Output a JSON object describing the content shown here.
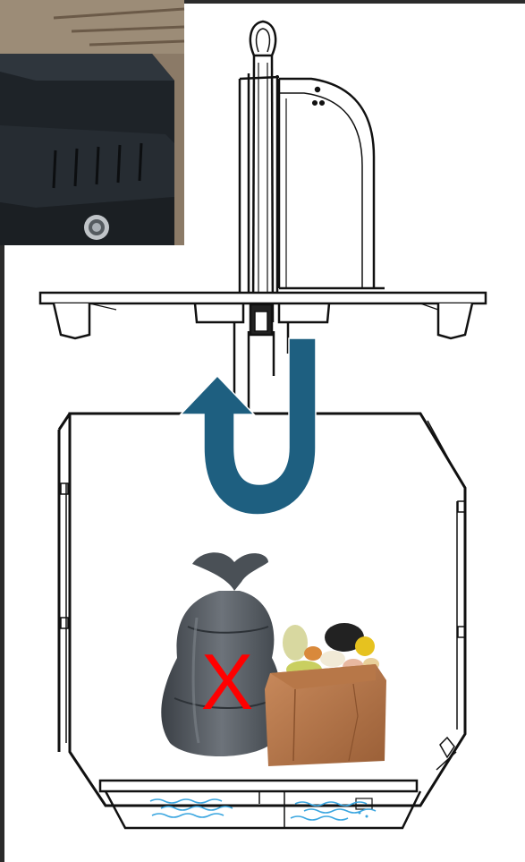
{
  "figure": {
    "kind": "composting-bin-diagram",
    "arrow_color": "#1e5f80",
    "cross_color": "#ff0000",
    "water_color": "#3aa6e0",
    "cross_symbol": "X"
  },
  "inset_photo": {
    "subject": "black-metal-bin-lid-photo",
    "button": "lock-button"
  },
  "contents": {
    "rejected_item": "garbage-bag-icon",
    "accepted_item": "food-scraps-paper-bag-icon"
  }
}
